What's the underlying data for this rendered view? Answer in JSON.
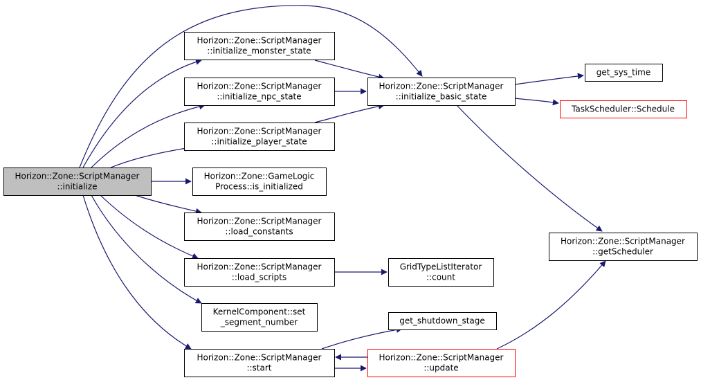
{
  "diagram": {
    "type": "call-graph",
    "colors": {
      "edge": "#191970",
      "arrowhead": "#191970",
      "box_border": "#000000",
      "box_border_truncated": "#ff0000",
      "root_fill": "#bfbfbf",
      "box_fill": "#ffffff"
    },
    "nodes": {
      "root": {
        "lines": [
          "Horizon::Zone::ScriptManager",
          "::initialize"
        ]
      },
      "monster": {
        "lines": [
          "Horizon::Zone::ScriptManager",
          "::initialize_monster_state"
        ]
      },
      "npc": {
        "lines": [
          "Horizon::Zone::ScriptManager",
          "::initialize_npc_state"
        ]
      },
      "player": {
        "lines": [
          "Horizon::Zone::ScriptManager",
          "::initialize_player_state"
        ]
      },
      "gamelogic": {
        "lines": [
          "Horizon::Zone::GameLogic",
          "Process::is_initialized"
        ]
      },
      "constants": {
        "lines": [
          "Horizon::Zone::ScriptManager",
          "::load_constants"
        ]
      },
      "scripts": {
        "lines": [
          "Horizon::Zone::ScriptManager",
          "::load_scripts"
        ]
      },
      "kernel": {
        "lines": [
          "KernelComponent::set",
          "_segment_number"
        ]
      },
      "start": {
        "lines": [
          "Horizon::Zone::ScriptManager",
          "::start"
        ]
      },
      "basic": {
        "lines": [
          "Horizon::Zone::ScriptManager",
          "::initialize_basic_state"
        ]
      },
      "systime": {
        "lines": [
          "get_sys_time"
        ]
      },
      "schedule": {
        "lines": [
          "TaskScheduler::Schedule"
        ]
      },
      "count": {
        "lines": [
          "GridTypeListIterator",
          "::count"
        ]
      },
      "shutdown": {
        "lines": [
          "get_shutdown_stage"
        ]
      },
      "update": {
        "lines": [
          "Horizon::Zone::ScriptManager",
          "::update"
        ]
      },
      "getscheduler": {
        "lines": [
          "Horizon::Zone::ScriptManager",
          "::getScheduler"
        ]
      }
    },
    "edges": [
      {
        "from": "root",
        "to": "monster"
      },
      {
        "from": "root",
        "to": "npc"
      },
      {
        "from": "root",
        "to": "player"
      },
      {
        "from": "root",
        "to": "gamelogic"
      },
      {
        "from": "root",
        "to": "constants"
      },
      {
        "from": "root",
        "to": "scripts"
      },
      {
        "from": "root",
        "to": "kernel"
      },
      {
        "from": "root",
        "to": "start"
      },
      {
        "from": "root",
        "to": "basic"
      },
      {
        "from": "monster",
        "to": "basic"
      },
      {
        "from": "npc",
        "to": "basic"
      },
      {
        "from": "player",
        "to": "basic"
      },
      {
        "from": "basic",
        "to": "systime"
      },
      {
        "from": "basic",
        "to": "schedule"
      },
      {
        "from": "basic",
        "to": "getscheduler"
      },
      {
        "from": "scripts",
        "to": "count"
      },
      {
        "from": "start",
        "to": "shutdown"
      },
      {
        "from": "start",
        "to": "update"
      },
      {
        "from": "update",
        "to": "start"
      },
      {
        "from": "update",
        "to": "getscheduler"
      }
    ]
  }
}
